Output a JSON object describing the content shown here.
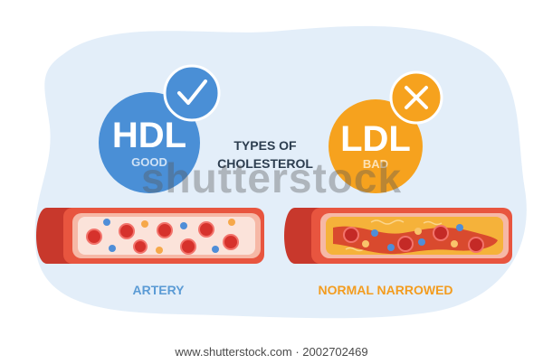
{
  "title": {
    "line1": "TYPES OF",
    "line2": "CHOLESTEROL"
  },
  "hdl": {
    "label": "HDL",
    "sub": "GOOD",
    "icon": "checkmark-icon"
  },
  "ldl": {
    "label": "LDL",
    "sub": "BAD",
    "icon": "x-icon"
  },
  "artery_left_label": "ARTERY",
  "artery_right_label": "NORMAL NARROWED",
  "watermark": "shutterstock",
  "footer_text": "www.shutterstock.com · 2002702469",
  "colors": {
    "hdl_blue": "#4a8fd6",
    "ldl_orange": "#f6a21e",
    "artery_red": "#e8553f",
    "label_blue": "#5b9bd5",
    "label_orange": "#f39c1f",
    "background_blob": "#e3eef9"
  }
}
